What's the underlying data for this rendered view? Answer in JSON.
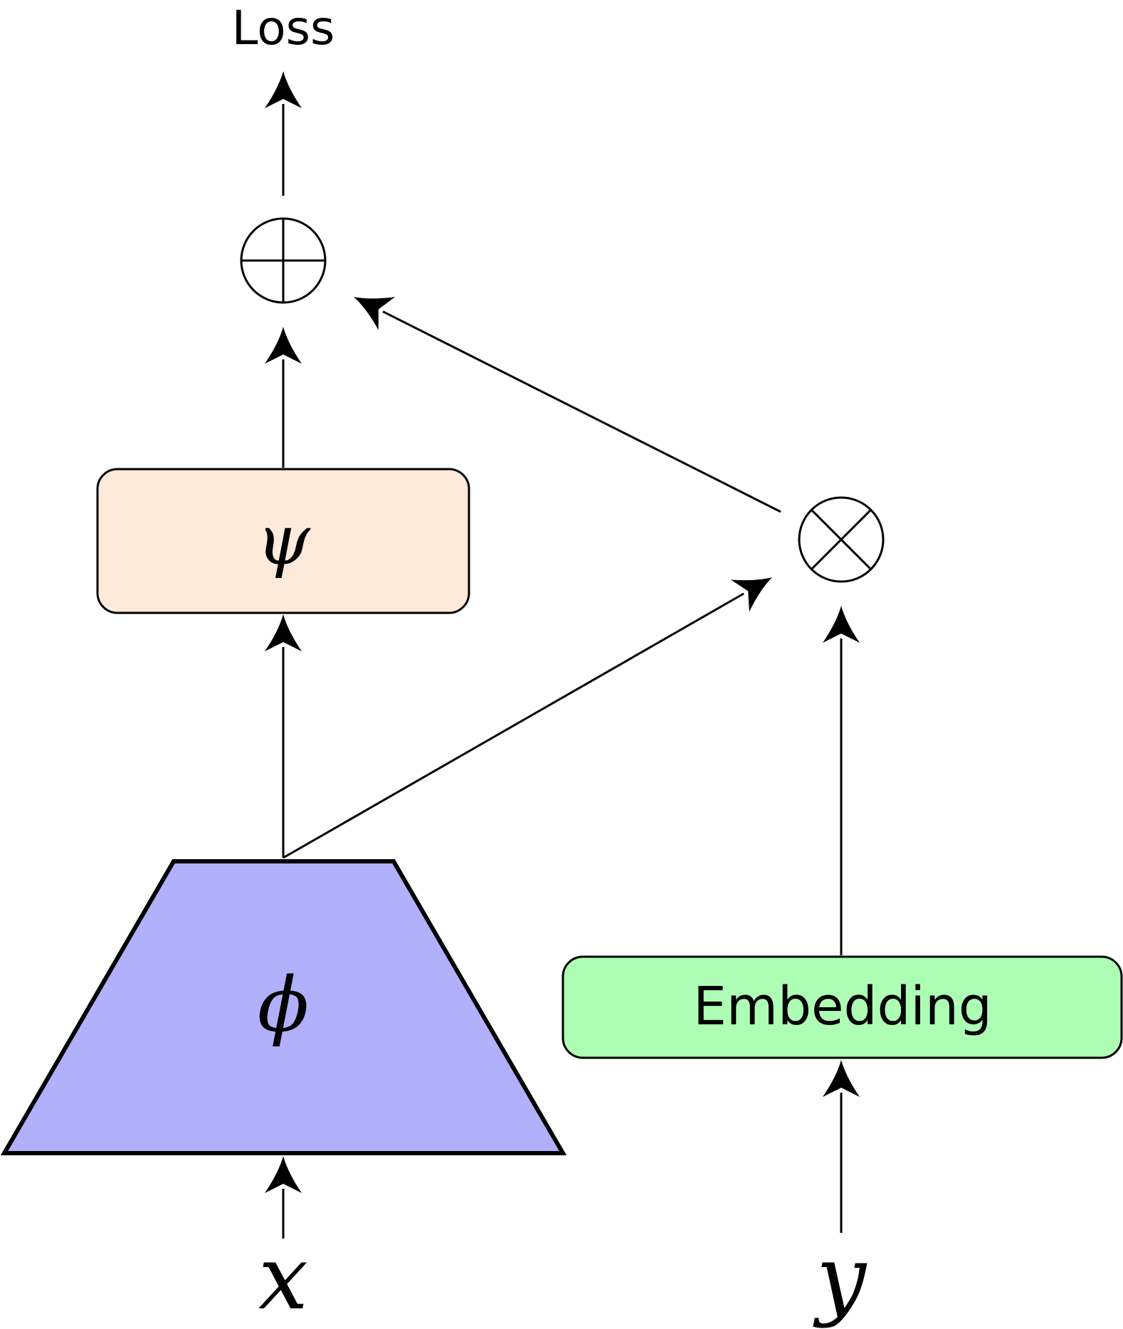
{
  "labels": {
    "loss": "Loss",
    "psi": "ψ",
    "phi": "ϕ",
    "embedding": "Embedding",
    "x": "x",
    "y": "y"
  },
  "operators": {
    "sum": "⊕",
    "product": "⊗"
  },
  "colors": {
    "psi_box_fill": "#fdeadb",
    "phi_encoder_fill": "#b0b1fa",
    "embedding_box_fill": "#aefdb5",
    "stroke": "#000000"
  },
  "edges": [
    {
      "from": "x",
      "to": "phi"
    },
    {
      "from": "phi",
      "to": "psi"
    },
    {
      "from": "psi",
      "to": "sum"
    },
    {
      "from": "phi",
      "to": "product"
    },
    {
      "from": "y",
      "to": "embedding"
    },
    {
      "from": "embedding",
      "to": "product"
    },
    {
      "from": "product",
      "to": "sum"
    },
    {
      "from": "sum",
      "to": "loss"
    }
  ]
}
